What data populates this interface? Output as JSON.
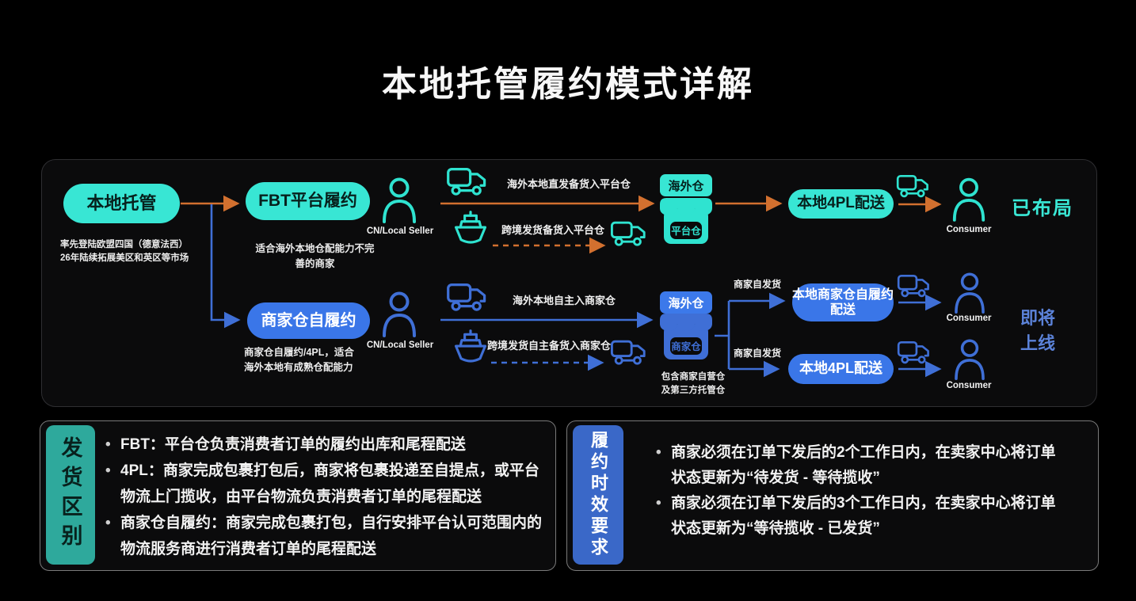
{
  "title": "本地托管履约模式详解",
  "colors": {
    "background": "#000000",
    "panel": "#0b0b0c",
    "cyan": "#38e6d4",
    "blue": "#3a76e8",
    "orange_arrow": "#d2702f",
    "blue_arrow": "#3f6fd6",
    "teal_tag": "#2ea99c",
    "blue_tag": "#3a68c8"
  },
  "diagram": {
    "root": {
      "label": "本地托管",
      "note": "率先登陆欧盟四国（德意法西）\n26年陆续拓展美区和英区等市场"
    },
    "branches": [
      {
        "label": "FBT平台履约",
        "note": "适合海外本地仓配能力不完\n善的商家",
        "seller_label": "CN/Local Seller"
      },
      {
        "label": "商家仓自履约",
        "note": "商家仓自履约/4PL，适合\n海外本地有成熟仓配能力",
        "seller_label": "CN/Local Seller"
      }
    ],
    "routes": {
      "fbt_direct": "海外本地直发备货入平台仓",
      "fbt_cross": "跨境发货备货入平台仓",
      "merchant_direct": "海外本地自主入商家仓",
      "merchant_cross": "跨境发货自主备货入商家仓"
    },
    "warehouses": [
      {
        "tag": "海外仓",
        "store": "平台仓"
      },
      {
        "tag": "海外仓",
        "store": "商家仓",
        "note": "包含商家自营仓\n及第三方托管仓"
      }
    ],
    "fork_labels": [
      "商家自发货",
      "商家自发货"
    ],
    "delivery": {
      "fbt_4pl": "本地4PL配送",
      "merchant_self": "本地商家仓自履约配送",
      "merchant_4pl": "本地4PL配送"
    },
    "consumer_labels": [
      "Consumer",
      "Consumer",
      "Consumer"
    ],
    "status": {
      "deployed": "已布局",
      "coming": "即将上线"
    }
  },
  "panels": [
    {
      "tag": "发货区别",
      "items": [
        "FBT：平台仓负责消费者订单的履约出库和尾程配送",
        "4PL：商家完成包裹打包后，商家将包裹投递至自提点，或平台物流上门揽收，由平台物流负责消费者订单的尾程配送",
        "商家仓自履约：商家完成包裹打包，自行安排平台认可范围内的物流服务商进行消费者订单的尾程配送"
      ]
    },
    {
      "tag": "履约时效要求",
      "items": [
        "商家必须在订单下发后的2个工作日内，在卖家中心将订单状态更新为“待发货 - 等待揽收”",
        "商家必须在订单下发后的3个工作日内，在卖家中心将订单状态更新为“等待揽收 - 已发货”"
      ]
    }
  ]
}
